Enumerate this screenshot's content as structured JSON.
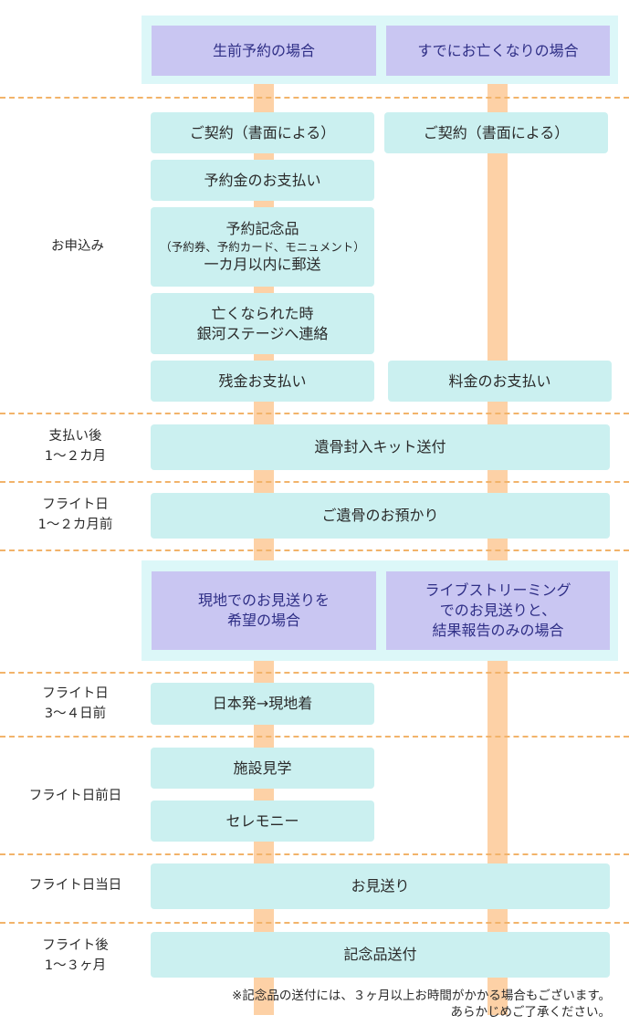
{
  "headers_top": {
    "left": "生前予約の場合",
    "right": "すでにお亡くなりの場合"
  },
  "headers_mid": {
    "left": "現地でのお見送りを\n希望の場合",
    "right": "ライブストリーミング\nでのお見送りと、\n結果報告のみの場合"
  },
  "labels": {
    "apply": "お申込み",
    "after_payment": "支払い後\n1～２カ月",
    "flight_1_2": "フライト日\n1～２カ月前",
    "flight_3_4": "フライト日\n3～４日前",
    "flight_eve": "フライト日前日",
    "flight_day": "フライト日当日",
    "after_flight": "フライト後\n1～３ヶ月"
  },
  "steps": {
    "contract_left": "ご契約（書面による）",
    "contract_right": "ご契約（書面による）",
    "deposit": "予約金のお支払い",
    "memento_line1": "予約記念品",
    "memento_line2": "（予約券、予約カード、モニュメント）",
    "memento_line3": "一カ月以内に郵送",
    "contact_line1": "亡くなられた時",
    "contact_line2": "銀河ステージへ連絡",
    "balance": "残金お支払い",
    "fee": "料金のお支払い",
    "kit": "遺骨封入キット送付",
    "custody": "ご遺骨のお預かり",
    "depart": "日本発→現地着",
    "tour": "施設見学",
    "ceremony": "セレモニー",
    "sendoff": "お見送り",
    "memorial": "記念品送付"
  },
  "note": "※記念品の送付には、３ヶ月以上お時間がかかる場合もございます。\nあらかじめご了承ください。",
  "colors": {
    "header_bg": "#c9c6f2",
    "header_text": "#2f2f86",
    "header_frame": "#dcf7f8",
    "step_bg": "#cbf0f0",
    "spine": "#fdd1a6",
    "divider": "#f2b36a"
  }
}
